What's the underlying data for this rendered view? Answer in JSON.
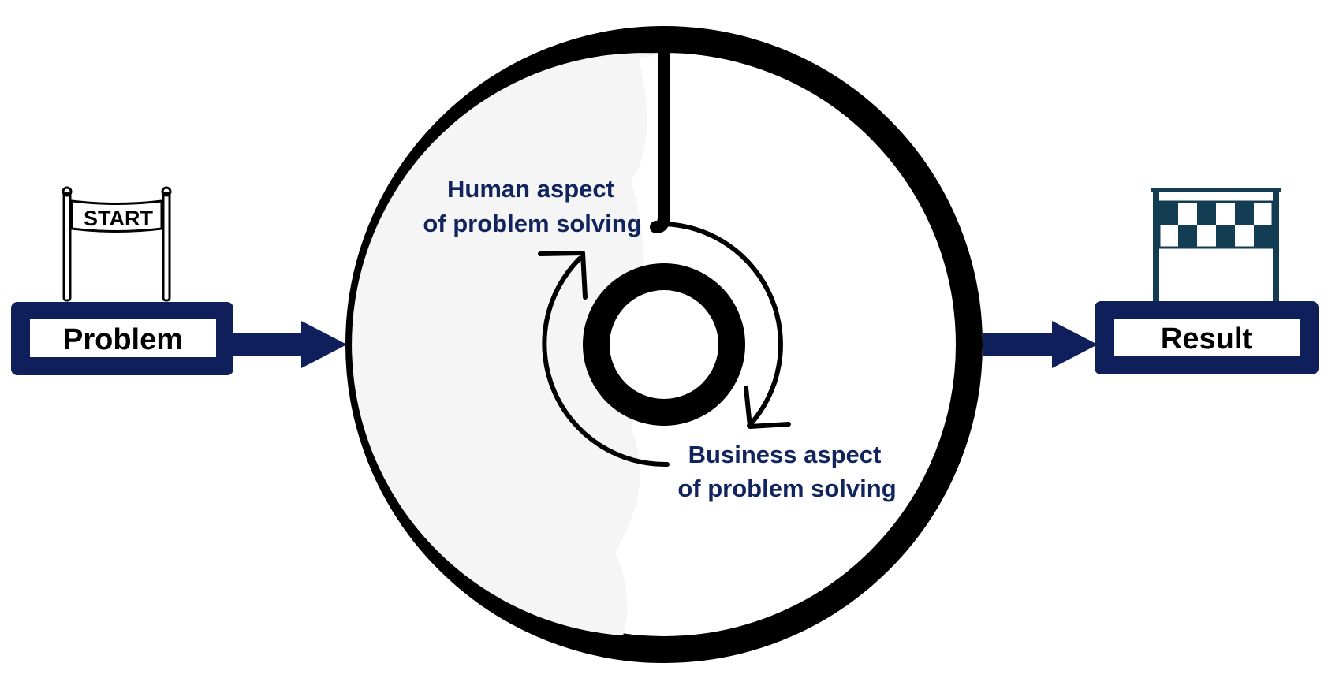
{
  "start_sign": {
    "text": "START"
  },
  "problem_box": {
    "label": "Problem"
  },
  "result_box": {
    "label": "Result"
  },
  "cycle": {
    "human_line1": "Human aspect",
    "human_line2": "of problem solving",
    "business_line1": "Business aspect",
    "business_line2": "of problem solving"
  },
  "colors": {
    "navy": "#0f1f5c",
    "label_text": "#12245e",
    "flag_dark": "#133d52",
    "circle_stroke": "#000000",
    "circle_fill_light": "#f5f5f5"
  },
  "icons": [
    "start-banner-icon",
    "checkered-finish-flag-icon",
    "cycle-arrows-icon"
  ]
}
